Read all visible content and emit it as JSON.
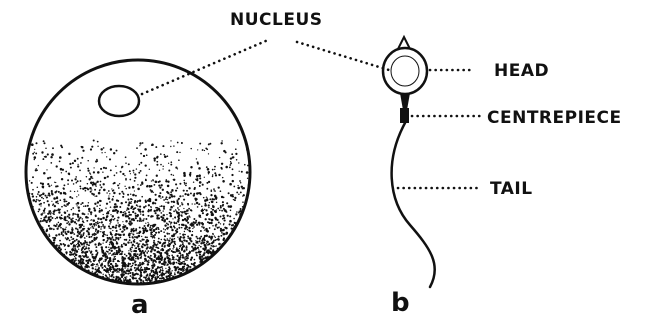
{
  "labels": {
    "nucleus": "NUCLEUS",
    "head": "HEAD",
    "centrepiece": "CENTREPIECE",
    "tail": "TAIL"
  },
  "panels": {
    "a": "a",
    "b": "b"
  },
  "colors": {
    "ink": "#111111",
    "paper": "#ffffff"
  }
}
